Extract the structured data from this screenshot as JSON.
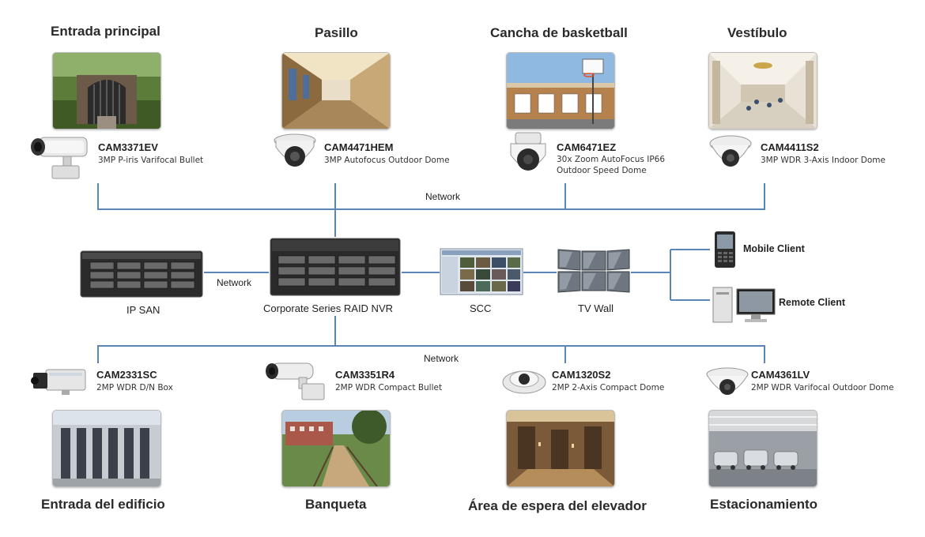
{
  "network_label": "Network",
  "top_network_label": "Network",
  "bottom_network_label": "Network",
  "san_network_label": "Network",
  "top_sites": [
    {
      "title": "Entrada principal",
      "model": "CAM3371EV",
      "desc": "3MP P-iris  Varifocal Bullet"
    },
    {
      "title": "Pasillo",
      "model": "CAM4471HEM",
      "desc": "3MP Autofocus Outdoor Dome"
    },
    {
      "title": "Cancha de basketball",
      "model": "CAM6471EZ",
      "desc": "30x Zoom AutoFocus IP66 Outdoor Speed Dome"
    },
    {
      "title": "Vestíbulo",
      "model": "CAM4411S2",
      "desc": "3MP WDR 3-Axis Indoor Dome"
    }
  ],
  "bottom_sites": [
    {
      "title": "Entrada del edificio",
      "model": "CAM2331SC",
      "desc": "2MP WDR D/N Box"
    },
    {
      "title": "Banqueta",
      "model": "CAM3351R4",
      "desc": "2MP WDR Compact Bullet"
    },
    {
      "title": "Área de espera del elevador",
      "model": "CAM1320S2",
      "desc": "2MP 2-Axis Compact Dome"
    },
    {
      "title": "Estacionamiento",
      "model": "CAM4361LV",
      "desc": "2MP WDR Varifocal Outdoor Dome"
    }
  ],
  "devices": {
    "ip_san": "IP SAN",
    "nvr": "Corporate Series RAID NVR",
    "scc": "SCC",
    "tv_wall": "TV Wall",
    "mobile_client": "Mobile Client",
    "remote_client": "Remote Client"
  },
  "colors": {
    "wire": "#5b84b8",
    "text": "#222222"
  }
}
